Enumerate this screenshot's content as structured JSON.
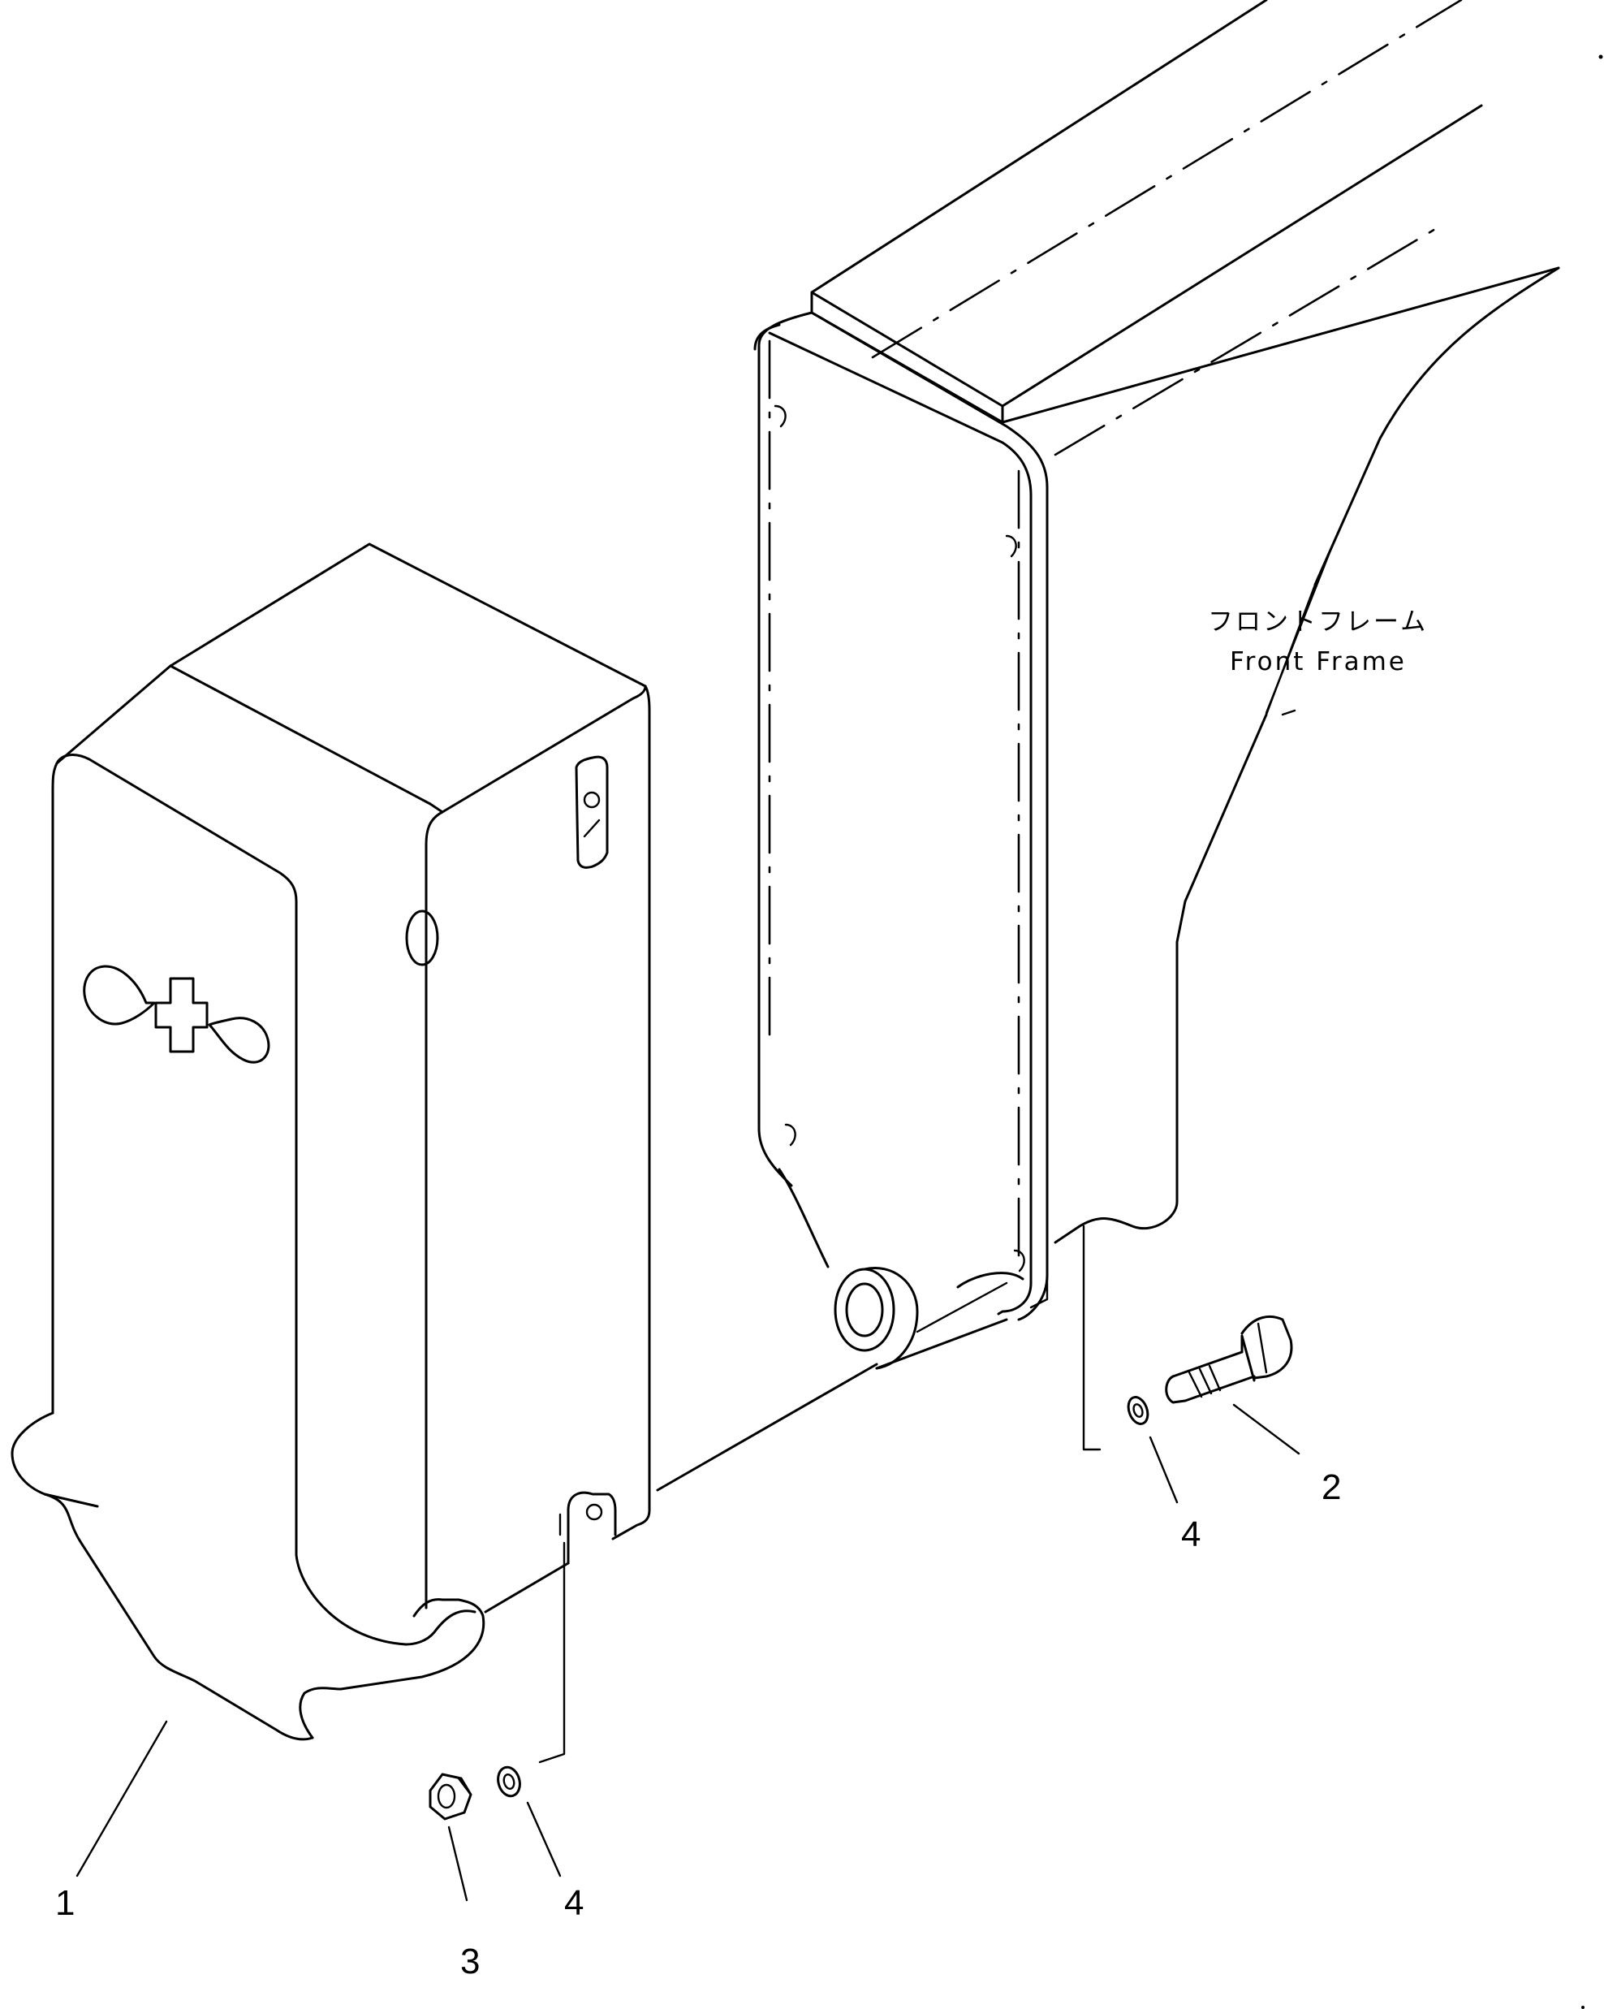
{
  "frame_label": {
    "japanese": "フロントフレーム",
    "english": "Front Frame"
  },
  "callouts": [
    {
      "id": "callout-1",
      "text": "1"
    },
    {
      "id": "callout-2",
      "text": "2"
    },
    {
      "id": "callout-3",
      "text": "3"
    },
    {
      "id": "callout-4a",
      "text": "4"
    },
    {
      "id": "callout-4b",
      "text": "4"
    }
  ],
  "colors": {
    "ink": "#000000",
    "paper": "#ffffff"
  }
}
